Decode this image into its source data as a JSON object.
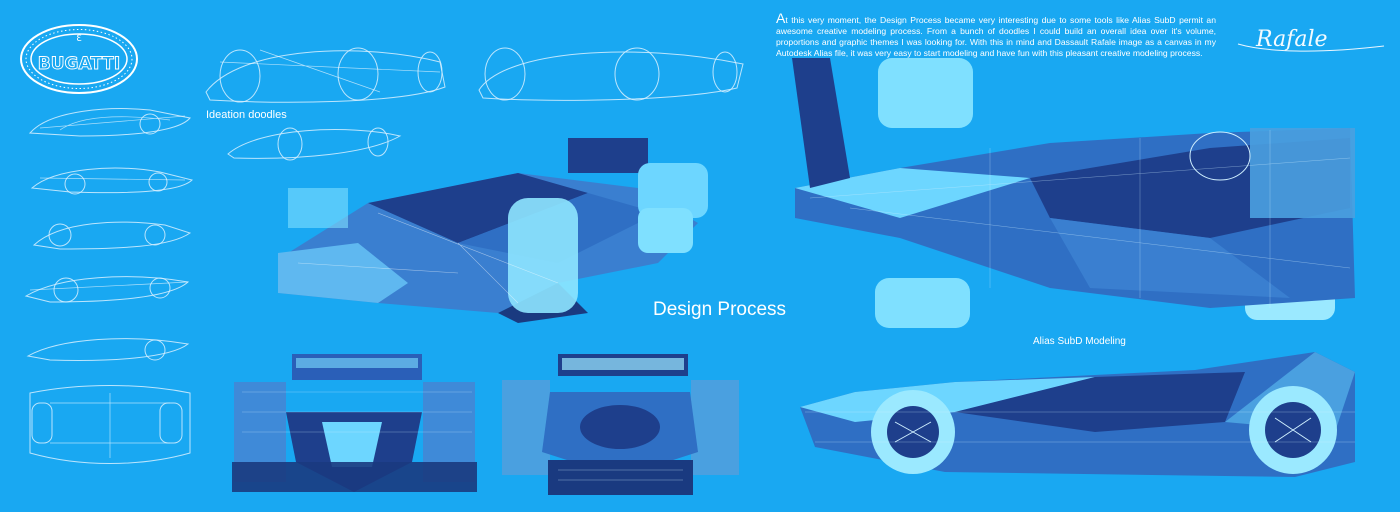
{
  "brand": {
    "logo_text": "BUGATTI",
    "signature_text": "Rafale"
  },
  "intro": {
    "initial": "A",
    "text": "t this very moment, the Design Process became very interesting due to some tools like Alias SubD permit an awesome creative modeling process. From a bunch of doodles I could build an overall idea over it's volume, proportions and graphic themes I was looking for. With this in mind and Dassault Rafale image as a canvas in my Autodesk Alias file, it was very easy to start modeling and have fun with this pleasant creative modeling process."
  },
  "labels": {
    "ideation": "Ideation doodles",
    "design_process": "Design Process",
    "alias_modeling": "Alias SubD Modeling"
  },
  "colors": {
    "background": "#19a8f2",
    "text": "#ffffff",
    "sketch": "#d8f0ff",
    "model_dark": "#1e3f8c",
    "model_light": "#7fe0ff"
  },
  "images": {
    "sketches": [
      "car-side-sketch-icon",
      "car-front-sketch-icon",
      "car-side-sketch-icon",
      "car-top-sketch-icon"
    ],
    "renders": [
      "car-perspective-model-icon",
      "car-front-model-icon",
      "car-rear-model-icon",
      "car-top-model-icon",
      "car-side-model-icon"
    ]
  }
}
